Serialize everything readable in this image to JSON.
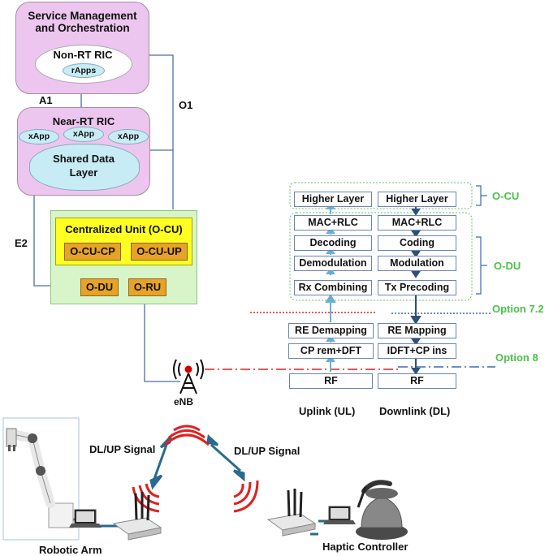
{
  "smo": {
    "title_line1": "Service Management",
    "title_line2": "and Orchestration"
  },
  "non_rt_ric": {
    "title": "Non-RT RIC",
    "apps": "rApps"
  },
  "near_rt_ric": {
    "title": "Near-RT RIC",
    "xapps": [
      "xApp",
      "xApp",
      "xApp"
    ],
    "sdl_line1": "Shared Data",
    "sdl_line2": "Layer"
  },
  "interfaces": {
    "a1": "A1",
    "o1": "O1",
    "e2": "E2"
  },
  "cu": {
    "title": "Centralized Unit (O-CU)",
    "cp": "O-CU-CP",
    "up": "O-CU-UP"
  },
  "du": "O-DU",
  "ru": "O-RU",
  "enb": "eNB",
  "signal_left": "DL/UP Signal",
  "signal_right": "DL/UP Signal",
  "robotic_arm": "Robotic Arm",
  "haptic": "Haptic Controller",
  "stack": {
    "uplink": [
      "Higher Layer",
      "MAC+RLC",
      "Decoding",
      "Demodulation",
      "Rx Combining",
      "RE Demapping",
      "CP rem+DFT",
      "RF"
    ],
    "downlink": [
      "Higher Layer",
      "MAC+RLC",
      "Coding",
      "Modulation",
      "Tx Precoding",
      "RE Mapping",
      "IDFT+CP ins",
      "RF"
    ],
    "uplink_label": "Uplink (UL)",
    "downlink_label": "Downlink (DL)",
    "o_cu": "O-CU",
    "o_du": "O-DU",
    "option72": "Option 7.2",
    "option8": "Option 8"
  },
  "colors": {
    "purple": "#ecc6ef",
    "cu_yellow": "#ffff22",
    "green_panel": "#d7f5c9",
    "orange": "#e7a227",
    "green_text": "#4cc24a",
    "red_dash": "#e02020",
    "blue_dash": "#3a6ab5",
    "arrow": "#6aaed6"
  }
}
